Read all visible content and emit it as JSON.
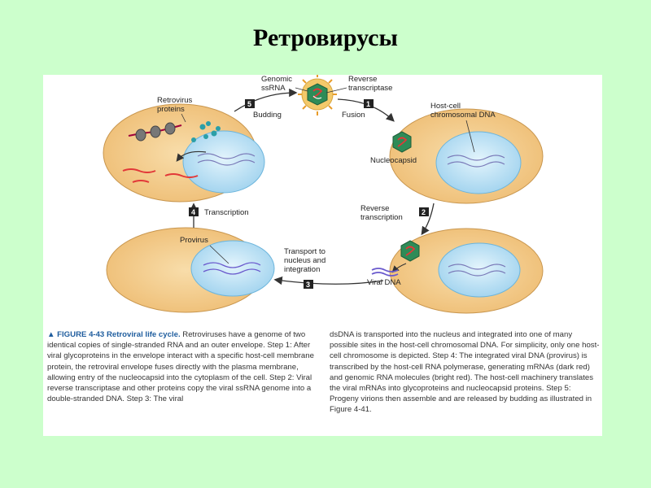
{
  "slide": {
    "title": "Ретровирусы"
  },
  "diagram": {
    "labels": {
      "genomic_ssrna": [
        "Genomic",
        "ssRNA"
      ],
      "reverse_transcriptase": [
        "Reverse",
        "transcriptase"
      ],
      "retrovirus_proteins": [
        "Retrovirus",
        "proteins"
      ],
      "budding": "Budding",
      "fusion": "Fusion",
      "host_cell_dna": [
        "Host-cell",
        "chromosomal DNA"
      ],
      "nucleocapsid": "Nucleocapsid",
      "reverse_transcription": [
        "Reverse",
        "transcription"
      ],
      "transcription": "Transcription",
      "provirus": "Provirus",
      "transport": [
        "Transport to",
        "nucleus and",
        "integration"
      ],
      "viral_dna": "Viral DNA"
    },
    "steps": [
      "1",
      "2",
      "3",
      "4",
      "5"
    ],
    "colors": {
      "cell_fill": "#f4ce8c",
      "nucleus_fill": "#bfe3f6",
      "step_box": "#222222",
      "viral_rna": "#e23838",
      "mrna": "#a0003c",
      "protein": "#2b9fa8",
      "virion": "#2e8b57"
    }
  },
  "caption": {
    "figure_label": "▲ FIGURE 4-43",
    "figure_title": "Retroviral life cycle.",
    "left_text": " Retroviruses have a genome of two identical copies of single-stranded RNA and an outer envelope. Step 1: After viral glycoproteins in the envelope interact with a specific host-cell membrane protein, the retroviral envelope fuses directly with the plasma membrane, allowing entry of the nucleocapsid into the cytoplasm of the cell. Step 2: Viral reverse transcriptase and other proteins copy the viral ssRNA genome into a double-stranded DNA. Step 3: The viral",
    "right_text": "dsDNA is transported into the nucleus and integrated into one of many possible sites in the host-cell chromosomal DNA. For simplicity, only one host-cell chromosome is depicted. Step 4: The integrated viral DNA (provirus) is transcribed by the host-cell RNA polymerase, generating mRNAs (dark red) and genomic RNA molecules (bright red). The host-cell machinery translates the viral mRNAs into glycoproteins and nucleocapsid proteins. Step 5: Progeny virions then assemble and are released by budding as illustrated in Figure 4-41."
  }
}
